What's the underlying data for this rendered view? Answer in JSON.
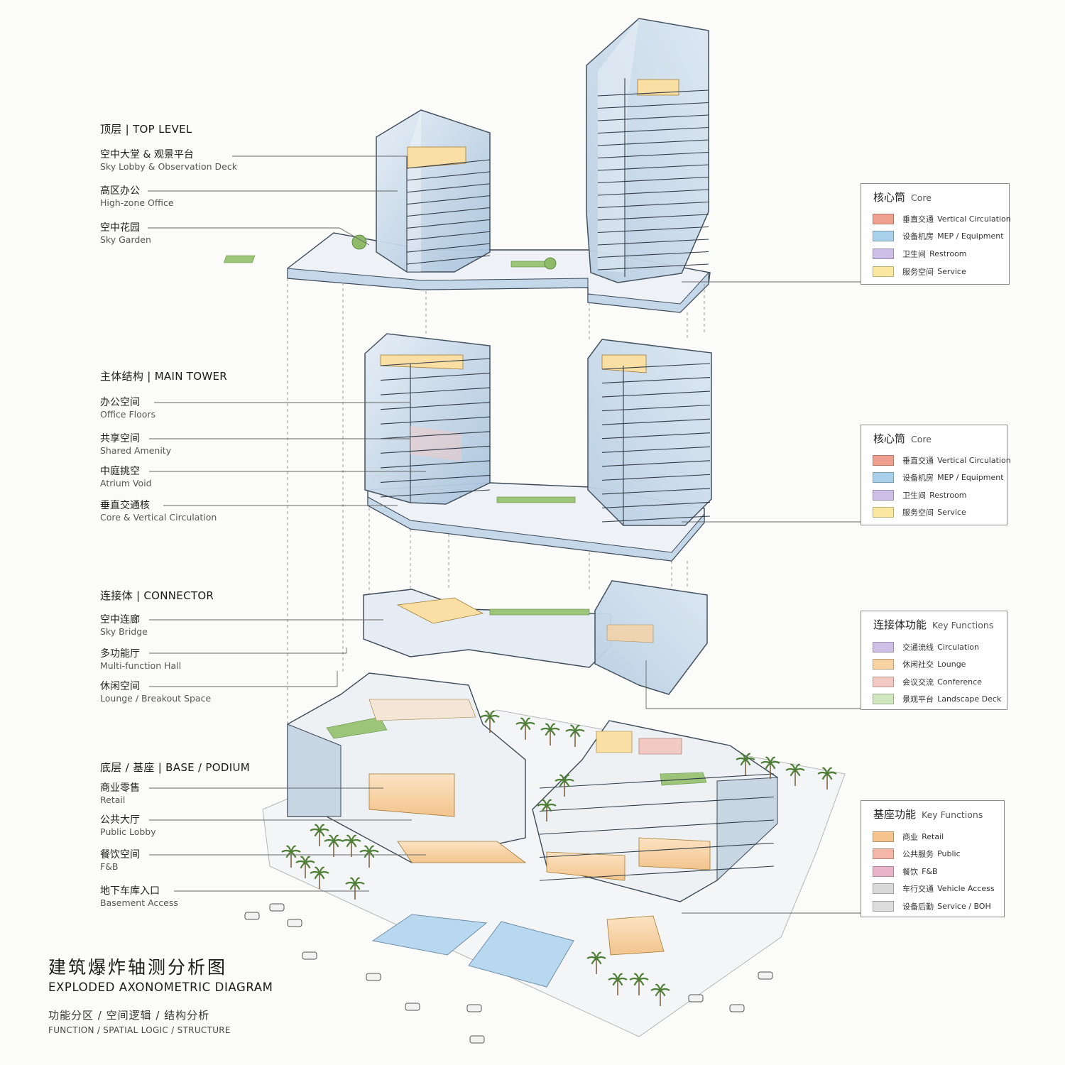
{
  "title": {
    "zh": "建筑爆炸轴测分析图",
    "en": "EXPLODED AXONOMETRIC DIAGRAM",
    "tagline_zh": "功能分区 / 空间逻辑 / 结构分析",
    "tagline_en": "FUNCTION / SPATIAL LOGIC / STRUCTURE"
  },
  "sections": [
    {
      "heading": "顶层 | TOP LEVEL",
      "labels": [
        {
          "zh": "空中大堂 & 观景平台",
          "en": "Sky Lobby & Observation Deck"
        },
        {
          "zh": "高区办公",
          "en": "High-zone Office"
        },
        {
          "zh": "空中花园",
          "en": "Sky Garden"
        }
      ]
    },
    {
      "heading": "主体结构 | MAIN TOWER",
      "labels": [
        {
          "zh": "办公空间",
          "en": "Office Floors"
        },
        {
          "zh": "共享空间",
          "en": "Shared Amenity"
        },
        {
          "zh": "中庭挑空",
          "en": "Atrium Void"
        },
        {
          "zh": "垂直交通核",
          "en": "Core & Vertical Circulation"
        }
      ]
    },
    {
      "heading": "连接体 | CONNECTOR",
      "labels": [
        {
          "zh": "空中连廊",
          "en": "Sky Bridge"
        },
        {
          "zh": "多功能厅",
          "en": "Multi-function Hall"
        },
        {
          "zh": "休闲空间",
          "en": "Lounge / Breakout Space"
        }
      ]
    },
    {
      "heading": "底层 / 基座 | BASE / PODIUM",
      "labels": [
        {
          "zh": "商业零售",
          "en": "Retail"
        },
        {
          "zh": "公共大厅",
          "en": "Public Lobby"
        },
        {
          "zh": "餐饮空间",
          "en": "F&B"
        },
        {
          "zh": "地下车库入口",
          "en": "Basement Access"
        }
      ]
    }
  ],
  "legends": [
    {
      "title_zh": "核心筒",
      "title_en": "Core",
      "items": [
        {
          "zh": "垂直交通",
          "en": "Vertical Circulation",
          "color": "#ef9f90"
        },
        {
          "zh": "设备机房",
          "en": "MEP / Equipment",
          "color": "#a9d0ea"
        },
        {
          "zh": "卫生间",
          "en": "Restroom",
          "color": "#cdbfe6"
        },
        {
          "zh": "服务空间",
          "en": "Service",
          "color": "#fbe8a0"
        }
      ]
    },
    {
      "title_zh": "核心筒",
      "title_en": "Core",
      "items": [
        {
          "zh": "垂直交通",
          "en": "Vertical Circulation",
          "color": "#ef9f90"
        },
        {
          "zh": "设备机房",
          "en": "MEP / Equipment",
          "color": "#a9d0ea"
        },
        {
          "zh": "卫生间",
          "en": "Restroom",
          "color": "#cdbfe6"
        },
        {
          "zh": "服务空间",
          "en": "Service",
          "color": "#fbe8a0"
        }
      ]
    },
    {
      "title_zh": "连接体功能",
      "title_en": "Key Functions",
      "items": [
        {
          "zh": "交通流线",
          "en": "Circulation",
          "color": "#cdbfe6"
        },
        {
          "zh": "休闲社交",
          "en": "Lounge",
          "color": "#f8d3a3"
        },
        {
          "zh": "会议交流",
          "en": "Conference",
          "color": "#f3c9c4"
        },
        {
          "zh": "景观平台",
          "en": "Landscape Deck",
          "color": "#cfe6bf"
        }
      ]
    },
    {
      "title_zh": "基座功能",
      "title_en": "Key Functions",
      "items": [
        {
          "zh": "商业",
          "en": "Retail",
          "color": "#f6c48e"
        },
        {
          "zh": "公共服务",
          "en": "Public",
          "color": "#f4b6a8"
        },
        {
          "zh": "餐饮",
          "en": "F&B",
          "color": "#e9b3c8"
        },
        {
          "zh": "车行交通",
          "en": "Vehicle Access",
          "color": "#d9d9d9"
        },
        {
          "zh": "设备后勤",
          "en": "Service / BOH",
          "color": "#dcdcdc"
        }
      ]
    }
  ],
  "palette": {
    "glass": "#cfe0ef",
    "glass_edge": "#4a5a6a",
    "retail": "#f6c48e",
    "green": "#7fae5a",
    "water": "#b7d8ee",
    "slab": "#e9edf1"
  }
}
